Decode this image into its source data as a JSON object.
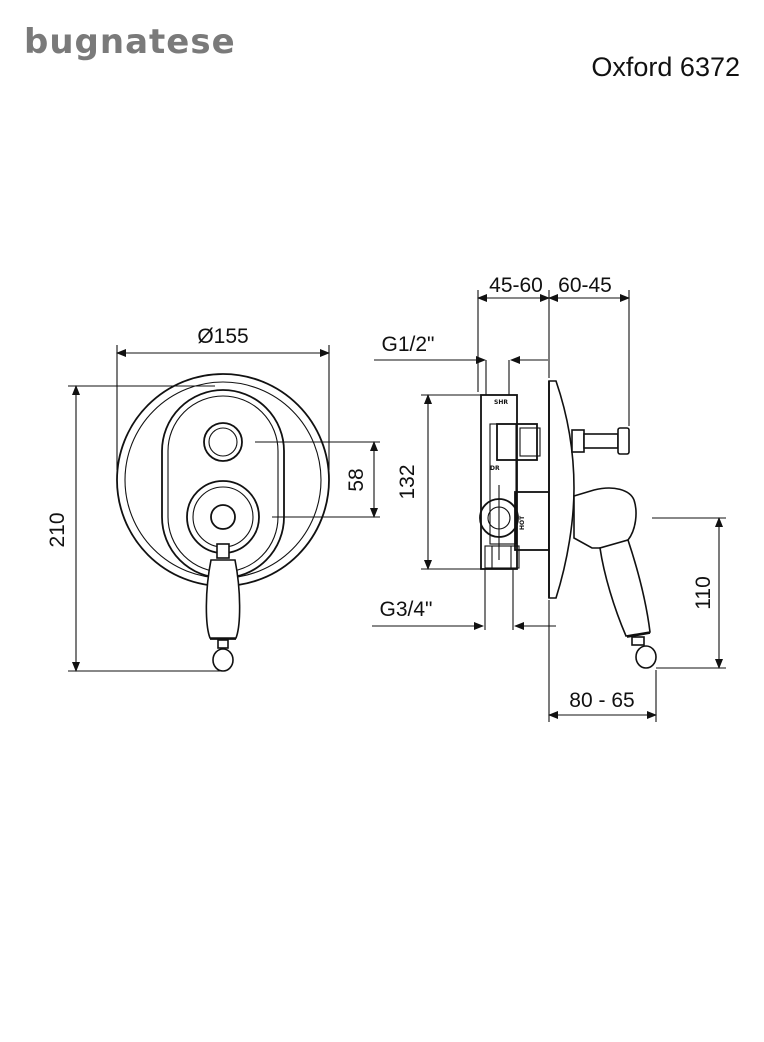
{
  "header": {
    "brand": "bugnatese",
    "model": "Oxford 6372"
  },
  "colors": {
    "brand": "#7a7a7a",
    "ink": "#111111",
    "background": "#ffffff"
  },
  "front_view": {
    "diameter_label": "Ø155",
    "height_label": "210",
    "spacing_label": "58"
  },
  "side_view": {
    "depth_top_left": "45-60",
    "depth_top_right": "60-45",
    "inlet_top": "G1/2\"",
    "inlet_bottom": "G3/4\"",
    "body_height": "132",
    "handle_height": "110",
    "handle_projection": "80 - 65",
    "port_labels": {
      "shower": "SHR",
      "diverter": "DR",
      "hot": "HOT"
    }
  }
}
